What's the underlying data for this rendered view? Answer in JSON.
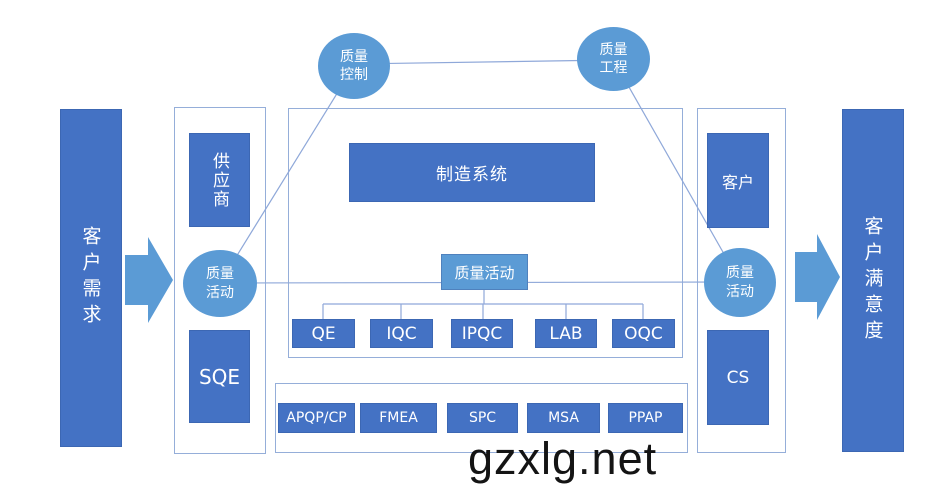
{
  "diagram": {
    "flow": {
      "input_label": "客户需求",
      "output_label": "客户满意度"
    },
    "top_circles": {
      "quality_control": "质量\n控制",
      "quality_engineering": "质量\n工程"
    },
    "supplier_side": {
      "supplier": "供应商",
      "quality_activity": "质量\n活动",
      "sqe": "SQE"
    },
    "customer_side": {
      "customer": "客户",
      "quality_activity": "质量\n活动",
      "cs": "CS"
    },
    "manufacturing": {
      "system": "制造系统",
      "quality_activity": "质量活动",
      "qc_units": [
        "QE",
        "IQC",
        "IPQC",
        "LAB",
        "OQC"
      ]
    },
    "tools": [
      "APQP/CP",
      "FMEA",
      "SPC",
      "MSA",
      "PPAP"
    ],
    "watermark": "gzxlg.net",
    "colors": {
      "dark_blue": "#4472C4",
      "light_blue": "#5B9BD5",
      "line": "#8FA8D9"
    }
  }
}
